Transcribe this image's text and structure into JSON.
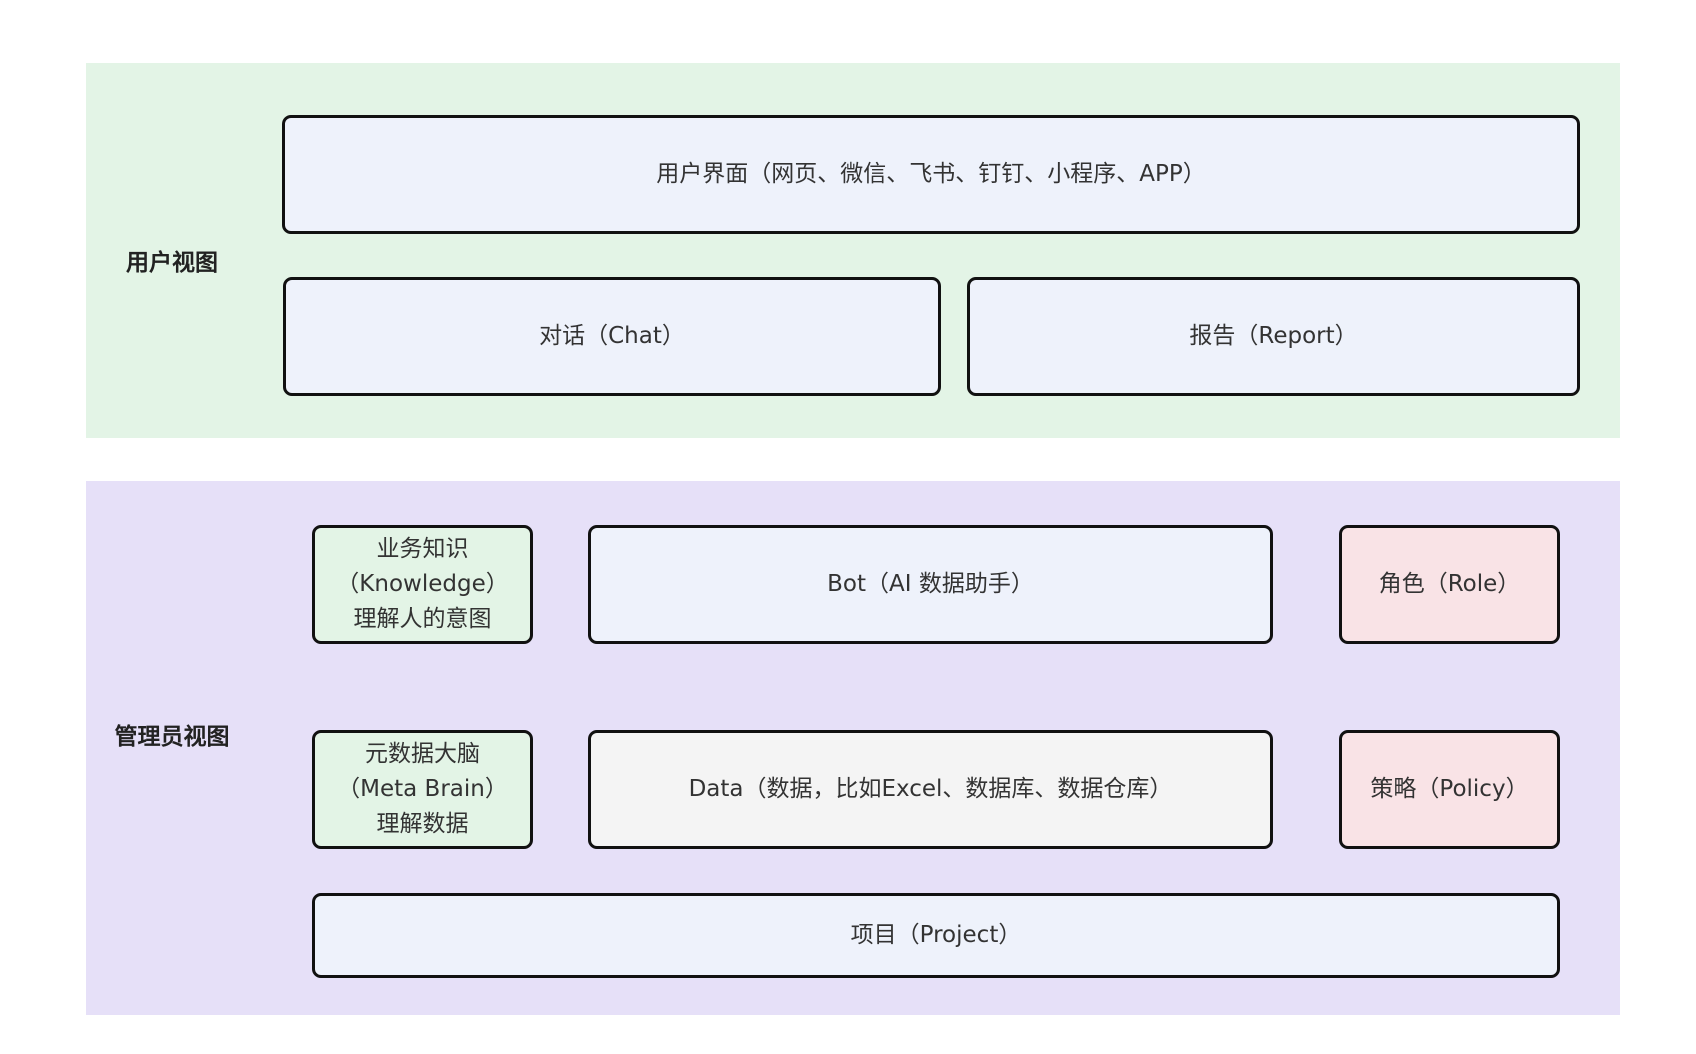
{
  "user_view": {
    "label": "用户视图",
    "interface": "用户界面（网页、微信、飞书、钉钉、小程序、APP）",
    "chat": "对话（Chat）",
    "report": "报告（Report）"
  },
  "admin_view": {
    "label": "管理员视图",
    "knowledge": {
      "line1": "业务知识",
      "line2": "（Knowledge）",
      "line3": "理解人的意图"
    },
    "bot": "Bot（AI 数据助手）",
    "role": "角色（Role）",
    "meta_brain": {
      "line1": "元数据大脑",
      "line2": "（Meta Brain）",
      "line3": "理解数据"
    },
    "data": "Data（数据，比如Excel、数据库、数据仓库）",
    "policy": "策略（Policy）",
    "project": "项目（Project）"
  },
  "colors": {
    "user_region": "#e3f4e6",
    "admin_region": "#e6e0f8",
    "box_blue": "#eef2fb",
    "box_green": "#e3f4e6",
    "box_pink": "#f9e3e6",
    "box_gray": "#f4f4f4",
    "border": "#111111"
  }
}
